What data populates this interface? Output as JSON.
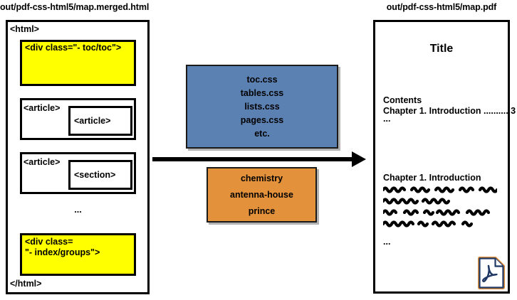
{
  "diagram": {
    "left_caption": "out/pdf-css-html5/map.merged.html",
    "right_caption": "out/pdf-css-html5/map.pdf",
    "colors": {
      "yellow_node": "#FFFF00",
      "css_box": "#5B80B2",
      "vendor_box": "#E3913A",
      "stroke": "#000000",
      "pdf_icon_outline": "#E3913A",
      "pdf_icon_border": "#1F3864"
    }
  },
  "html_panel": {
    "open_tag": "<html>",
    "close_tag": "</html>",
    "ellipsis": "...",
    "nodes": [
      {
        "id": "toc",
        "label": "<div class=\"- toc/toc\">",
        "fill": "yellow"
      },
      {
        "id": "article-1",
        "label": "<article>",
        "fill": "white",
        "child_label": "<article>"
      },
      {
        "id": "article-2",
        "label": "<article>",
        "fill": "white",
        "child_label": "<section>"
      },
      {
        "id": "index",
        "label": "<div class=\n\"- index/groups\">",
        "fill": "yellow"
      }
    ]
  },
  "css_box": {
    "items": [
      "toc.css",
      "tables.css",
      "lists.css",
      "pages.css",
      "etc."
    ]
  },
  "vendor_box": {
    "items": [
      "chemistry",
      "antenna-house",
      "prince"
    ]
  },
  "arrow": {
    "name": "transform-arrow",
    "direction": "right"
  },
  "pdf_panel": {
    "title": "Title",
    "contents_label": "Contents",
    "toc_entry": "Chapter 1. Introduction .......... 3",
    "toc_ellipsis": "...",
    "chapter_heading": "Chapter 1. Introduction",
    "body_ellipsis": "...",
    "body_line_count": 4,
    "icon": "pdf-file-icon"
  }
}
